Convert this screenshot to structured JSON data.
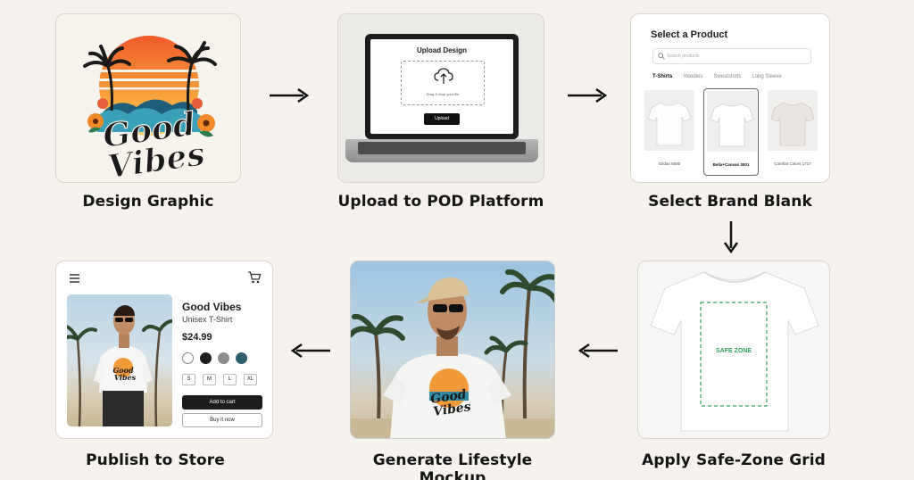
{
  "steps": [
    {
      "caption": "Design Graphic"
    },
    {
      "caption": "Upload to POD Platform"
    },
    {
      "caption": "Select Brand Blank"
    },
    {
      "caption": "Apply Safe-Zone Grid"
    },
    {
      "caption": "Generate Lifestyle Mockup"
    },
    {
      "caption": "Publish to Store"
    }
  ],
  "design": {
    "line1": "Good",
    "line2": "Vibes"
  },
  "upload": {
    "title": "Upload Design",
    "drop_text": "Drag & drop your file",
    "button": "Upload",
    "icon": "cloud-upload-icon"
  },
  "product_select": {
    "title": "Select a Product",
    "search_placeholder": "Search products",
    "tabs": [
      "T-Shirts",
      "Hoodies",
      "Sweatshirts",
      "Long Sleeve"
    ],
    "products": [
      "Gildan 5000",
      "Bella+Canvas 3001",
      "Comfort Colors 1717"
    ],
    "selected": "Bella+Canvas 3001"
  },
  "safe_zone": {
    "label": "SAFE ZONE",
    "color": "#2ca25a"
  },
  "store": {
    "product_name": "Good Vibes",
    "product_type": "Unisex T-Shirt",
    "price": "$24.99",
    "colors": [
      "#ffffff",
      "#1e1e1e",
      "#8c8c8c",
      "#2e5d6e"
    ],
    "sizes": [
      "S",
      "M",
      "L",
      "XL"
    ],
    "add_to_cart": "Add to cart",
    "buy_now": "Buy it now",
    "icons": [
      "menu-icon",
      "cart-icon"
    ]
  },
  "colors": {
    "accent_orange": "#f08a2c",
    "background": "#f6f3ee"
  }
}
